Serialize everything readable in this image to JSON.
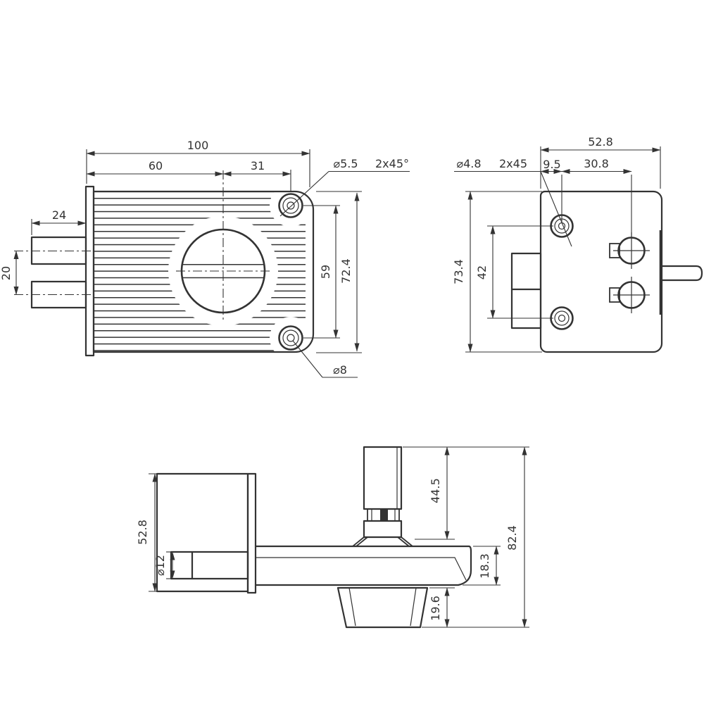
{
  "drawing": {
    "background": "#ffffff",
    "line_color": "#333333",
    "views": {
      "front": {
        "dim_total_width": "100",
        "dim_left_width": "60",
        "dim_right_width": "31",
        "dim_pin_length": "24",
        "dim_pin_spacing": "20",
        "dim_hole_spacing": "59",
        "dim_height": "72.4",
        "top_hole_dia": "⌀5.5",
        "top_hole_chamfer": "2x45°",
        "bottom_hole_dia": "⌀8"
      },
      "side": {
        "dim_width": "52.8",
        "hole_dia": "⌀4.8",
        "hole_chamfer": "2x45",
        "dim_edge_to_hole": "9.5",
        "dim_hole_to_screw": "30.8",
        "dim_height": "73.4",
        "dim_hole_spacing": "42"
      },
      "bottom": {
        "dim_body_height": "52.8",
        "dim_shaft_dia": "⌀12",
        "dim_pot_height": "44.5",
        "dim_total_height": "82.4",
        "dim_plate_thickness": "18.3",
        "dim_knob_height": "19.6"
      }
    }
  }
}
